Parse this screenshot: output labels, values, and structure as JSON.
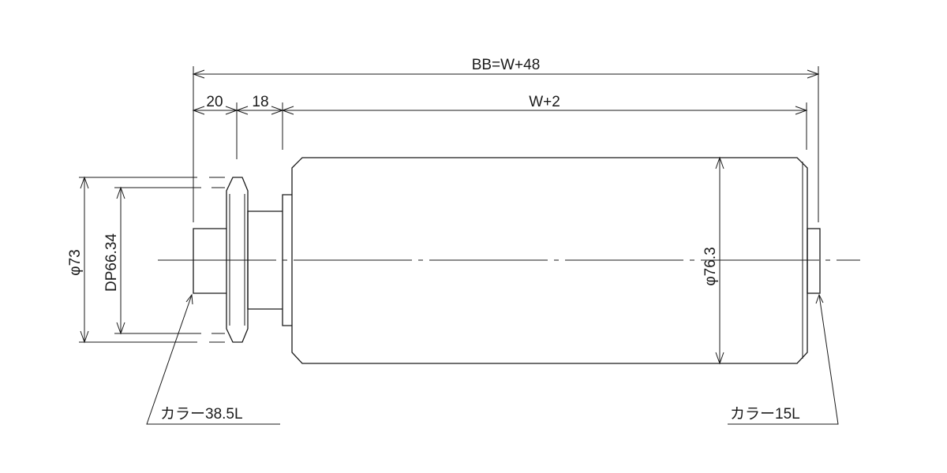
{
  "drawing": {
    "dimensions": {
      "overall_length": "BB=W+48",
      "collar_left_width": "20",
      "sprocket_width": "18",
      "tube_length": "W+2",
      "sprocket_outer_diameter": "φ73",
      "sprocket_pitch_diameter": "DP66.34",
      "tube_diameter": "φ76.3"
    },
    "callouts": {
      "left_collar": "カラー38.5L",
      "right_collar": "カラー15L"
    }
  },
  "colors": {
    "line": "#1a1a1a",
    "background": "#ffffff"
  }
}
